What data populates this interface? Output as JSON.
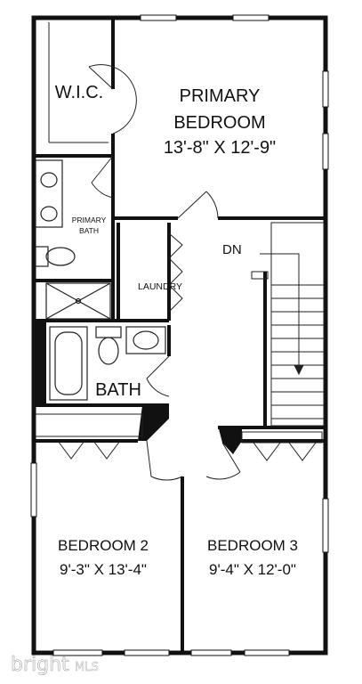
{
  "rooms": {
    "wic": {
      "label": "W.I.C."
    },
    "primary_bedroom": {
      "line1": "PRIMARY",
      "line2": "BEDROOM",
      "size": "13'-8\" X 12'-9\""
    },
    "primary_bath": {
      "line1": "PRIMARY",
      "line2": "BATH"
    },
    "laundry": {
      "label": "LAUNDRY"
    },
    "bath": {
      "label": "BATH"
    },
    "bedroom2": {
      "name": "BEDROOM 2",
      "size": "9'-3\" X 13'-4\""
    },
    "bedroom3": {
      "name": "BEDROOM 3",
      "size": "9'-4\" X 12'-0\""
    }
  },
  "stairs": {
    "label": "DN"
  },
  "watermark": {
    "brand": "bright",
    "suffix": "MLS"
  },
  "colors": {
    "wall": "#111111",
    "line": "#222222",
    "watermark": "#ffffff"
  }
}
